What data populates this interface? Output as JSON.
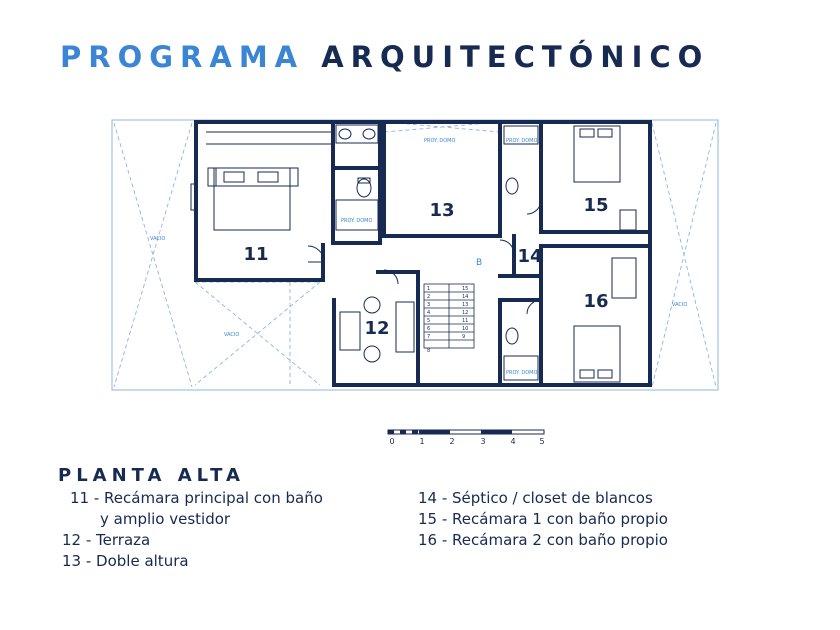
{
  "title": {
    "part1": "PROGRAMA",
    "part2": "ARQUITECTÓNICO"
  },
  "floor_title": "PLANTA ALTA",
  "legend_left": [
    "11 - Recámara principal con baño",
    "y amplio vestidor",
    "12 - Terraza",
    "13 - Doble altura"
  ],
  "legend_right": [
    "14 - Séptico / closet de blancos",
    "15 - Recámara 1 con baño propio",
    "16 - Recámara 2 con baño propio"
  ],
  "rooms": {
    "r11": "11",
    "r12": "12",
    "r13": "13",
    "r14": "14",
    "r15": "15",
    "r16": "16"
  },
  "plan_labels": {
    "vacio": "VACIO",
    "proy_domo": "PROY. DOMO",
    "stair_b": "B",
    "stair_steps_left": [
      "1",
      "2",
      "3",
      "4",
      "5",
      "6",
      "7",
      "8"
    ],
    "stair_steps_right": [
      "15",
      "14",
      "13",
      "12",
      "11",
      "10",
      "9"
    ]
  },
  "scale": {
    "ticks": [
      "0",
      "1",
      "2",
      "3",
      "4",
      "5"
    ]
  },
  "colors": {
    "accent": "#3a86d4",
    "navy": "#172a52",
    "light": "#8eb4e0"
  }
}
